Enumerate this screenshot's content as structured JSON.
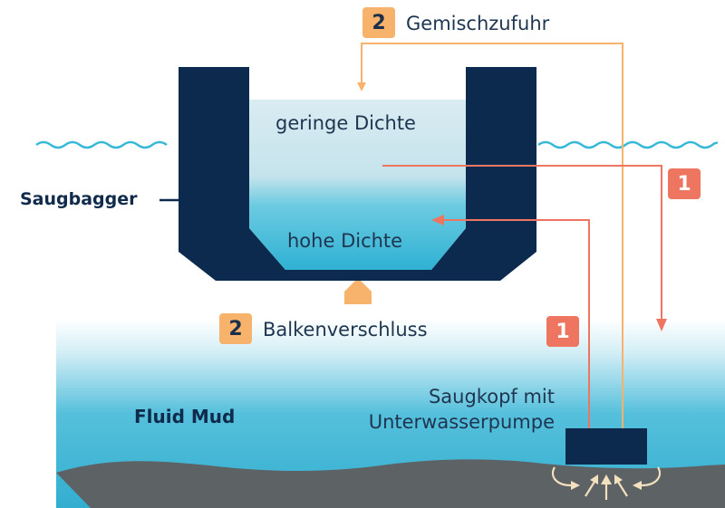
{
  "labels": {
    "feed": "Gemischzufuhr",
    "low_density": "geringe Dichte",
    "high_density": "hohe Dichte",
    "dredger": "Saugbagger",
    "beam_gate": "Balkenverschluss",
    "fluid_mud": "Fluid Mud",
    "suction_head_line1": "Saugkopf mit",
    "suction_head_line2": "Unterwasserpumpe"
  },
  "badges": {
    "feed_number": "2",
    "gate_number": "2",
    "overflow_number": "1",
    "return_number": "1"
  },
  "colors": {
    "hull": "#0c2a4e",
    "water_line": "#38b8d8",
    "mud": "#3fb2d2",
    "seabed": "#5d6264",
    "hopper_light": "#d2e8ef",
    "hopper_dense": "#33b3d4",
    "flow_tan": "#f7b36b",
    "flow_red": "#ee7560"
  }
}
